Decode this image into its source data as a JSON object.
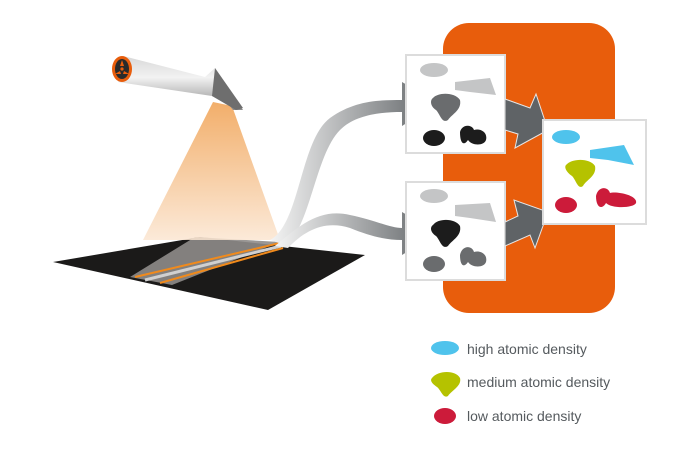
{
  "colors": {
    "orange": "#e85d0c",
    "high": "#4fc3ec",
    "medium": "#b5c200",
    "low": "#cc1b3a",
    "arrow": "#5f6366"
  },
  "legend": [
    {
      "label": "high atomic density",
      "color": "#4fc3ec"
    },
    {
      "label": "medium atomic density",
      "color": "#b5c200"
    },
    {
      "label": "low atomic density",
      "color": "#cc1b3a"
    }
  ]
}
